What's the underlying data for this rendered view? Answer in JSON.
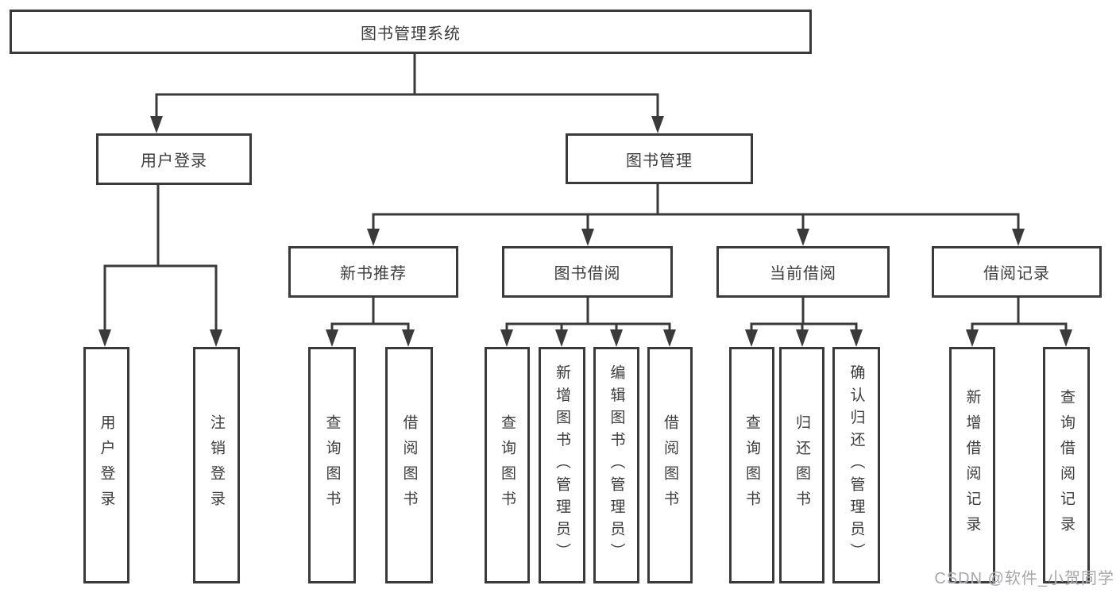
{
  "diagram": {
    "title": "图书管理系统",
    "root": {
      "label": "图书管理系统"
    },
    "level2": [
      {
        "label": "用户登录"
      },
      {
        "label": "图书管理"
      }
    ],
    "level3": [
      {
        "label": "新书推荐"
      },
      {
        "label": "图书借阅"
      },
      {
        "label": "当前借阅"
      },
      {
        "label": "借阅记录"
      }
    ],
    "leaves": [
      {
        "label": "用户登录",
        "parent": "用户登录"
      },
      {
        "label": "注销登录",
        "parent": "用户登录"
      },
      {
        "label": "查询图书",
        "parent": "新书推荐"
      },
      {
        "label": "借阅图书",
        "parent": "新书推荐"
      },
      {
        "label": "查询图书",
        "parent": "图书借阅"
      },
      {
        "label": "新增图书（管理员）",
        "parent": "图书借阅"
      },
      {
        "label": "编辑图书（管理员）",
        "parent": "图书借阅"
      },
      {
        "label": "借阅图书",
        "parent": "图书借阅"
      },
      {
        "label": "查询图书",
        "parent": "当前借阅"
      },
      {
        "label": "归还图书",
        "parent": "当前借阅"
      },
      {
        "label": "确认归还（管理员）",
        "parent": "当前借阅"
      },
      {
        "label": "新增借阅记录",
        "parent": "借阅记录"
      },
      {
        "label": "查询借阅记录",
        "parent": "借阅记录"
      }
    ],
    "watermark": "CSDN @软件_小贺同学",
    "colors": {
      "line": "#3a3a3a",
      "text": "#3c3c3c",
      "box_fill": "#ffffff",
      "watermark": "#a6a6ab",
      "background": "#ffffff"
    }
  }
}
